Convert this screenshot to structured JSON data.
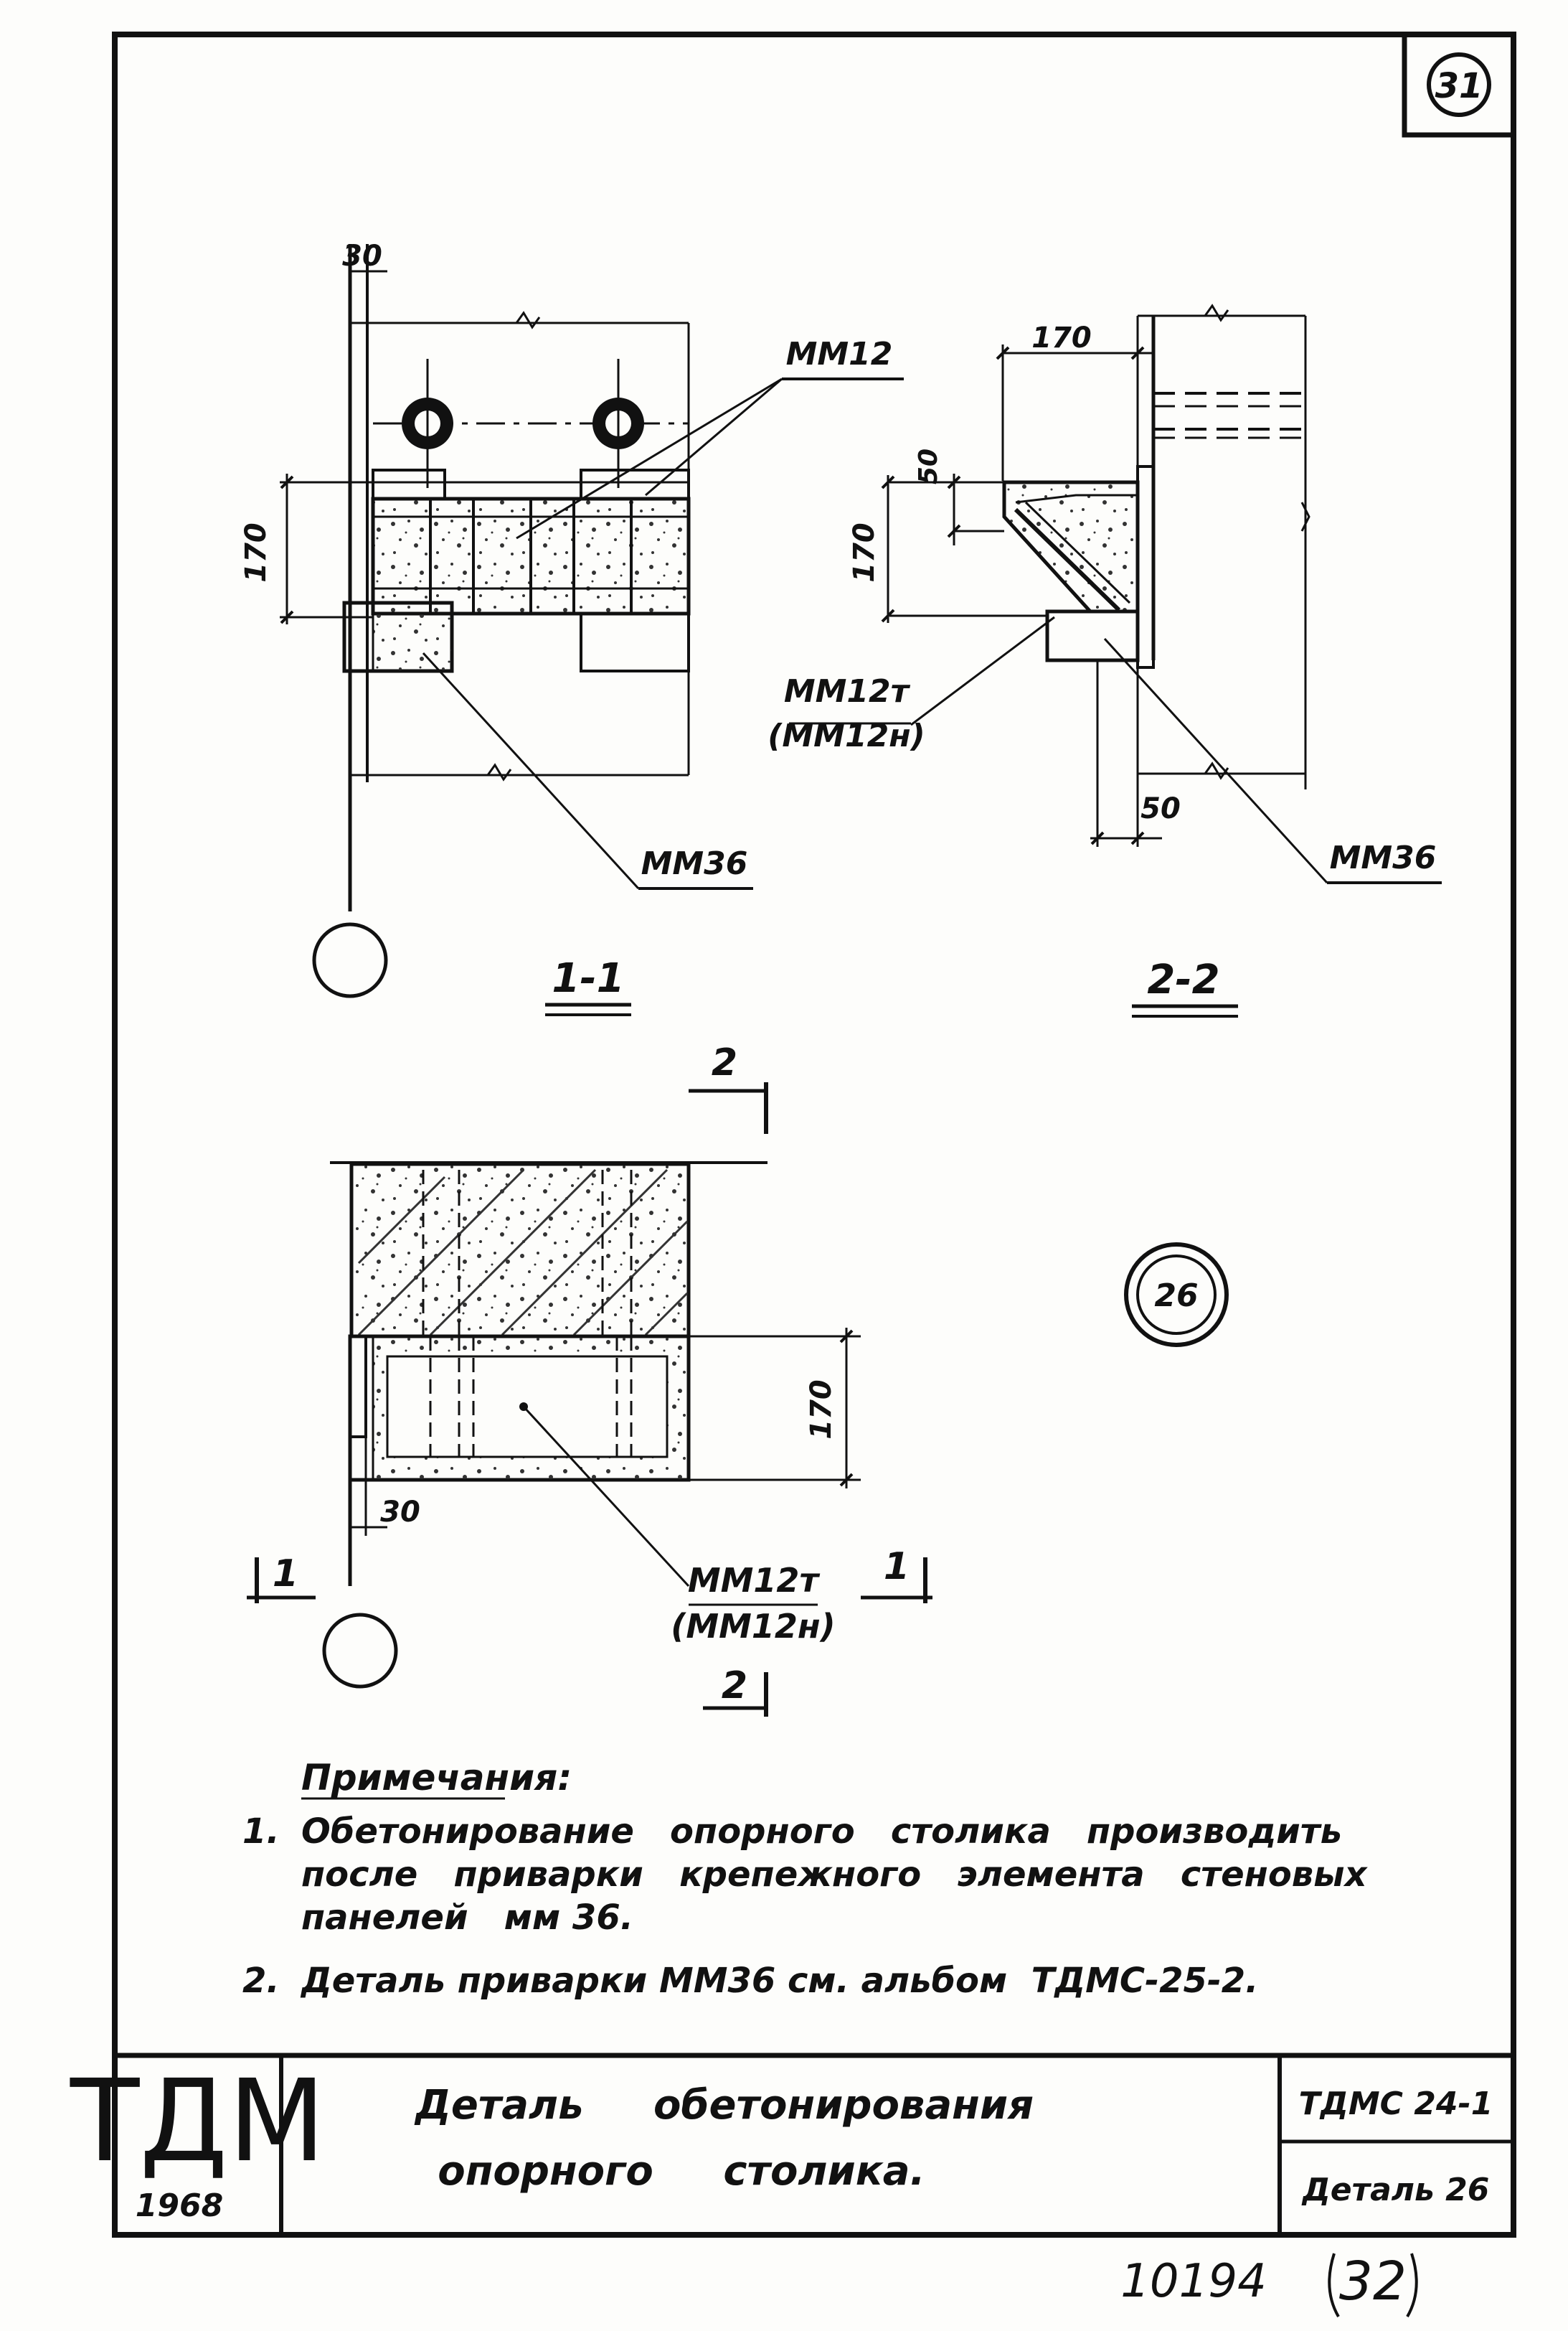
{
  "sheet": {
    "corner_number": "31",
    "bottom_number": "32",
    "archive_number": "10194"
  },
  "section1": {
    "label": "1-1",
    "dim_top": "30",
    "dim_height": "170",
    "callout_top": "ММ12",
    "callout_bottom": "ММ36"
  },
  "section2": {
    "label": "2-2",
    "dim_width": "170",
    "dim_offset": "50",
    "dim_height": "170",
    "dim_bottom": "50",
    "callout_left_1": "ММ12т",
    "callout_left_2": "(ММ12н)",
    "callout_right": "ММ36"
  },
  "plan": {
    "cut_top": "2",
    "cut_bottom": "2",
    "cut_left": "1",
    "cut_right": "1",
    "dim_height": "170",
    "dim_bottom": "30",
    "callout_1": "ММ12т",
    "callout_2": "(ММ12н)",
    "detail_mark": "26"
  },
  "notes": {
    "heading": "Примечания:",
    "items": [
      {
        "num": "1.",
        "lines": [
          "Обетонирование   опорного   столика   производить",
          "после   приварки   крепежного   элемента   стеновых",
          "панелей   мм 36."
        ]
      },
      {
        "num": "2.",
        "lines": [
          "Деталь приварки ММ36 см. альбом  ТДМС-25-2."
        ]
      }
    ]
  },
  "title_block": {
    "logo": "ТДМ",
    "year": "1968",
    "title_line1": "Деталь     обетонирования",
    "title_line2": "опорного     столика.",
    "code": "ТДМС 24-1",
    "detail": "Деталь 26"
  }
}
